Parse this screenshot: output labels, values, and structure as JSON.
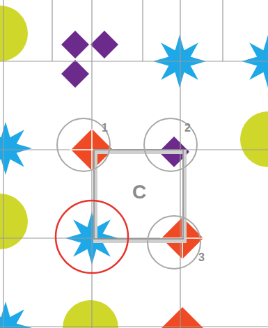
{
  "diagram": {
    "labels": [
      "1",
      "2",
      "3",
      "C"
    ]
  }
}
